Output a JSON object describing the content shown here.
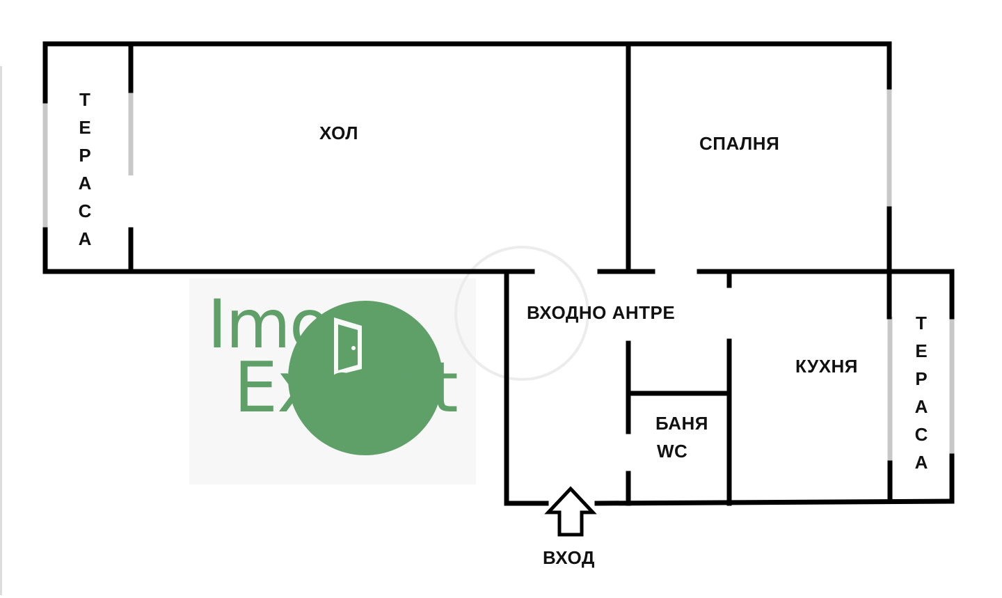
{
  "rooms": {
    "hol": "ХОЛ",
    "spalnya": "СПАЛНЯ",
    "antre": "ВХОДНО АНТРЕ",
    "kuhnya": "КУХНЯ",
    "banya": "БАНЯ",
    "wc": "WC",
    "vhod": "ВХОД",
    "terasa_left": [
      "Т",
      "Е",
      "Р",
      "А",
      "С",
      "А"
    ],
    "terasa_right": [
      "Т",
      "Е",
      "Р",
      "А",
      "С",
      "А"
    ]
  },
  "logo": {
    "line1": "Imo",
    "line2": "Expert",
    "color": "#5f9f68"
  },
  "colors": {
    "wall": "#000000",
    "window": "#c8c8c8",
    "logo_green": "#5f9f68"
  }
}
